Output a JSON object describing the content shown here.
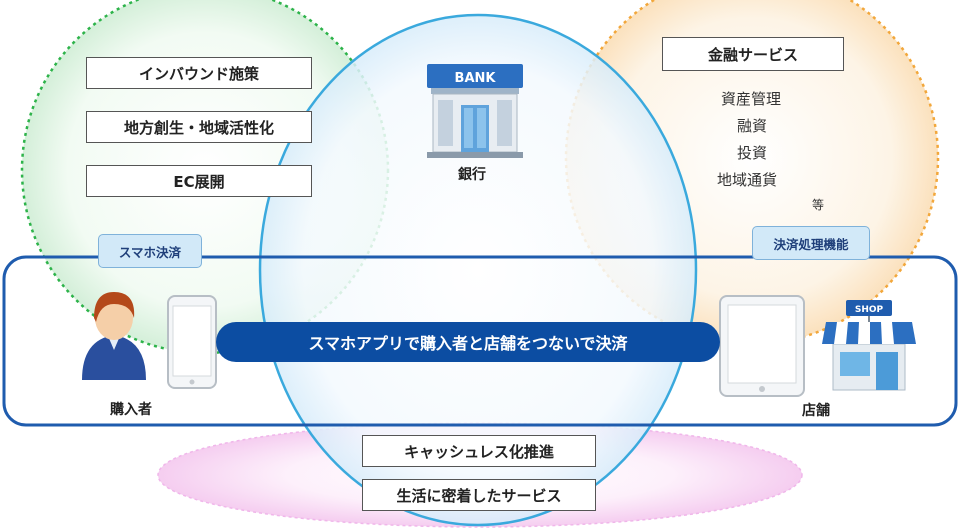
{
  "colors": {
    "green_circle": "#2db34a",
    "blue_circle": "#3aa9dd",
    "orange_circle": "#f2a73b",
    "pink_ellipse": "#f4c4ef",
    "band_border": "#1f5cae",
    "banner": "#0c4da2"
  },
  "left_circle": {
    "boxes": [
      "インバウンド施策",
      "地方創生・地域活性化",
      "EC展開"
    ],
    "tag": "スマホ決済"
  },
  "center": {
    "bank_sign": "BANK",
    "bank_label": "銀行"
  },
  "right_circle": {
    "title": "金融サービス",
    "items": [
      "資産管理",
      "融資",
      "投資",
      "地域通貨"
    ],
    "etc": "等",
    "tag": "決済処理機能"
  },
  "band": {
    "banner": "スマホアプリで購入者と店舗をつないで決済",
    "buyer_label": "購入者",
    "shop_label": "店舗",
    "shop_sign": "SHOP"
  },
  "bottom": {
    "boxes": [
      "キャッシュレス化推進",
      "生活に密着したサービス"
    ]
  }
}
